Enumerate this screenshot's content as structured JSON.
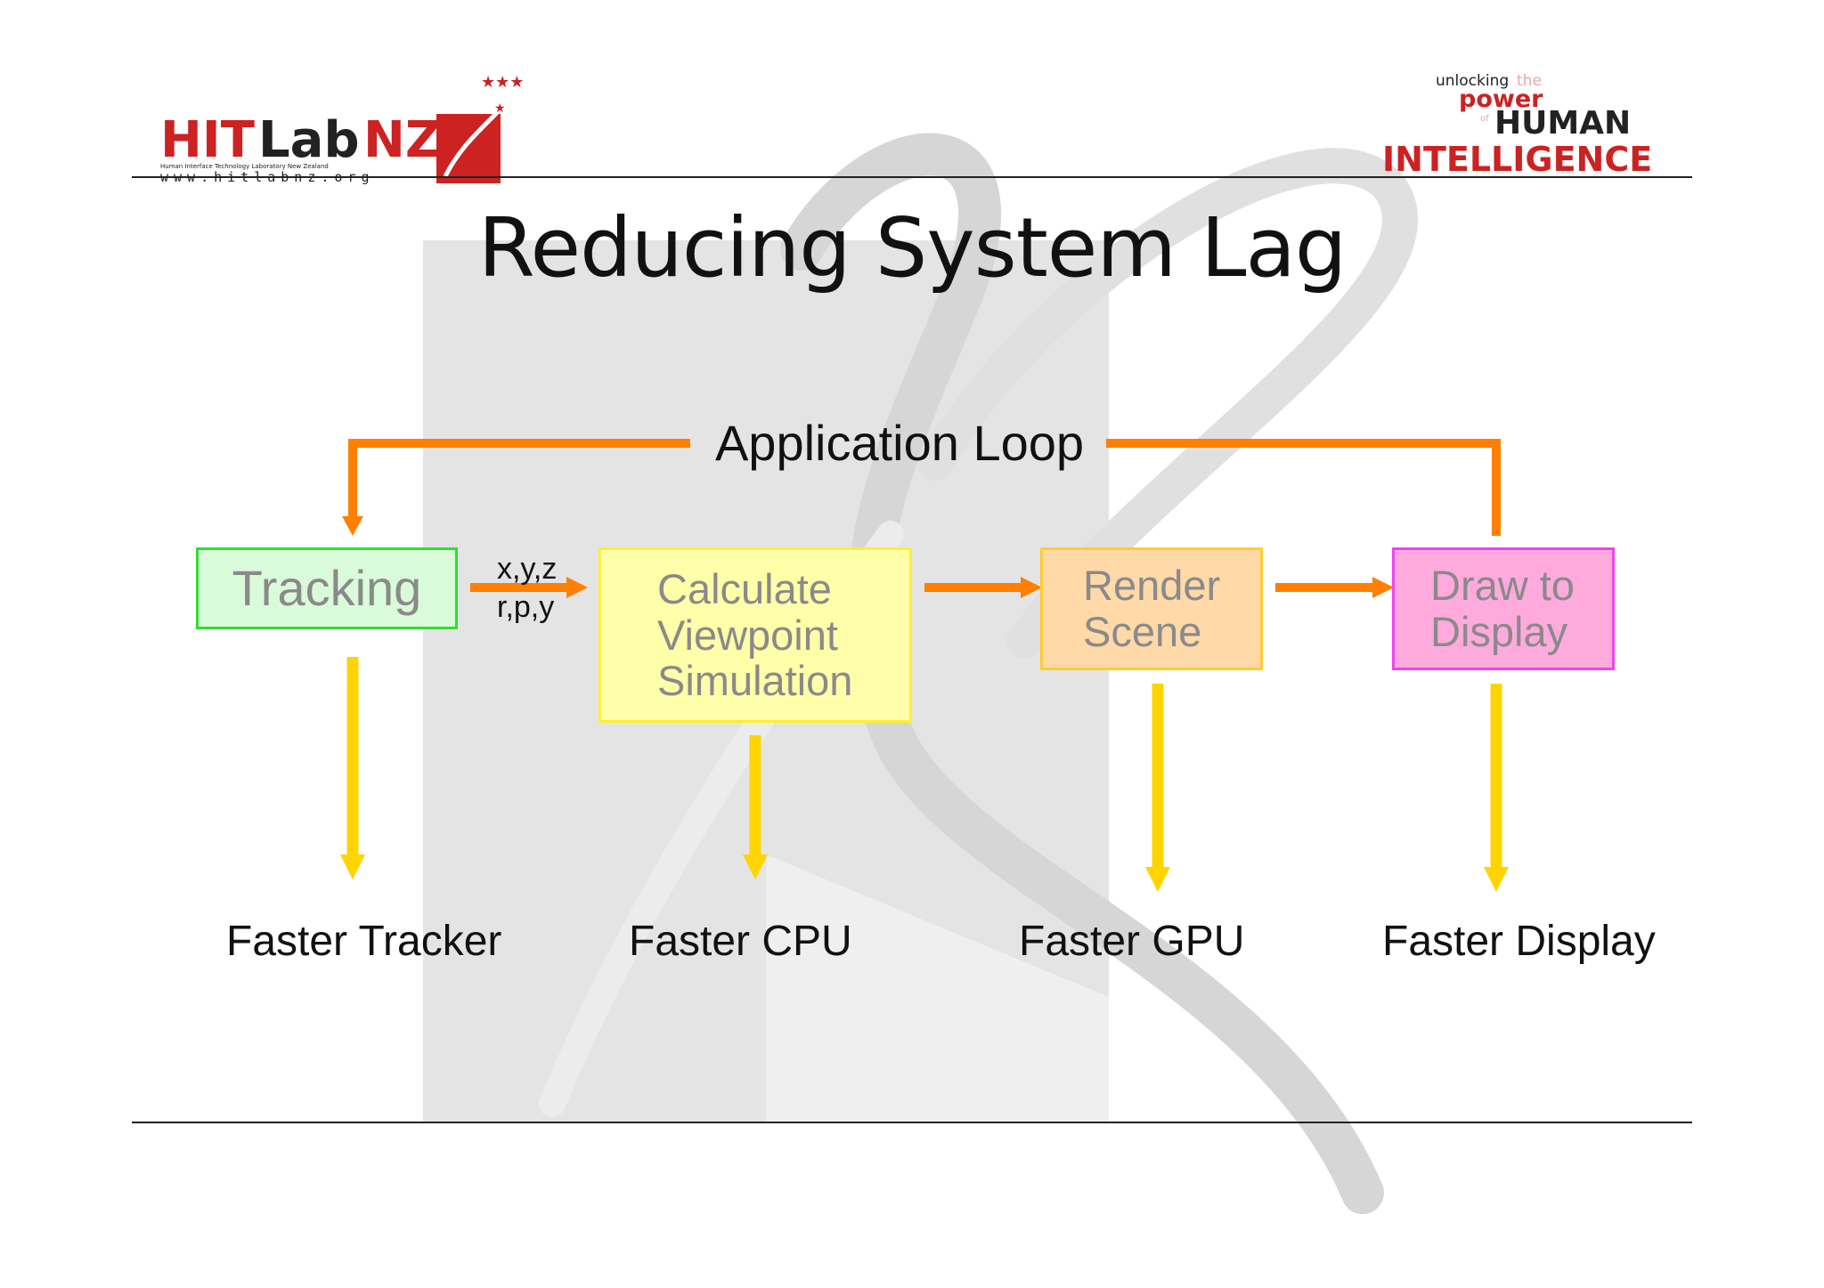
{
  "slide": {
    "title": "Reducing System Lag",
    "loop_label": "Application Loop",
    "coords_label": "x,y,z\nr,p,y"
  },
  "logos": {
    "left": {
      "name": "HITLabNZ",
      "tagline": "Human Interface Technology Laboratory New Zealand",
      "url_text": "www.hitlabnz.org"
    },
    "right": {
      "line1": "unlocking",
      "line1b": "the",
      "line2": "power",
      "line2b": "of",
      "line3": "HUMAN",
      "line4": "INTELLIGENCE"
    }
  },
  "stages": [
    {
      "label": "Tracking",
      "fill": "#d9fbd9",
      "border": "#33dd33"
    },
    {
      "label": "Calculate\nViewpoint\nSimulation",
      "fill": "#ffffaa",
      "border": "#ffee33"
    },
    {
      "label": "Render\nScene",
      "fill": "#ffd9a8",
      "border": "#ffcc33"
    },
    {
      "label": "Draw to\nDisplay",
      "fill": "#ffaadd",
      "border": "#ee44ee"
    }
  ],
  "outcomes": [
    "Faster Tracker",
    "Faster CPU",
    "Faster GPU",
    "Faster Display"
  ],
  "colors": {
    "loop_arrow": "#ff7f00",
    "down_arrow": "#ffd400",
    "rule": "#222222",
    "logo_red": "#cc2222",
    "watermark": "#e0e0e0"
  }
}
